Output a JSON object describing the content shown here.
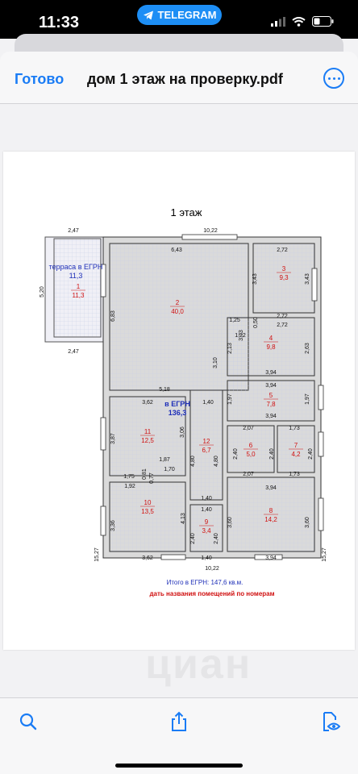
{
  "status_bar": {
    "time": "11:33",
    "telegram_pill": "TELEGRAM"
  },
  "nav": {
    "done_label": "Готово",
    "title": "дом 1 этаж на проверку.pdf"
  },
  "plan": {
    "floor_title": "1 этаж",
    "terrace_label": "терраса в ЕГРН",
    "terrace_area": "11,3",
    "egrn_label": "в ЕГРН",
    "egrn_area": "136,3",
    "total_note": "Итого в ЕГРН: 147,6 кв.м.",
    "task_note": "дать названия помещений по номерам",
    "rooms": [
      {
        "num": "1",
        "area": "11,3"
      },
      {
        "num": "2",
        "area": "40,0"
      },
      {
        "num": "3",
        "area": "9,3"
      },
      {
        "num": "4",
        "area": "9,8"
      },
      {
        "num": "5",
        "area": "7,8"
      },
      {
        "num": "6",
        "area": "5,0"
      },
      {
        "num": "7",
        "area": "4,2"
      },
      {
        "num": "8",
        "area": "14,2"
      },
      {
        "num": "9",
        "area": "3,4"
      },
      {
        "num": "10",
        "area": "13,5"
      },
      {
        "num": "11",
        "area": "12,5"
      },
      {
        "num": "12",
        "area": "6,7"
      }
    ],
    "dims": [
      "2,47",
      "10,22",
      "6,43",
      "2,72",
      "5,20",
      "6,83",
      "3,73",
      "3,43",
      "3,43",
      "2,47",
      "1,25",
      "2,72",
      "2,72",
      "1,22",
      "0,50",
      "2,13",
      "2,63",
      "3,10",
      "3,94",
      "15,27",
      "5,18",
      "3,94",
      "15,27",
      "3,62",
      "1,40",
      "1,97",
      "1,97",
      "3,06",
      "3,94",
      "2,07",
      "1,73",
      "3,87",
      "4,80",
      "4,80",
      "2,40",
      "2,40",
      "2,40",
      "1,87",
      "1,75",
      "0,81",
      "0,77",
      "1,70",
      "2,07",
      "1,73",
      "1,92",
      "1,40",
      "3,94",
      "1,40",
      "3,36",
      "4,13",
      "3,60",
      "3,60",
      "2,40",
      "2,40",
      "3,62",
      "1,40",
      "3,94",
      "10,22"
    ]
  },
  "watermark": "циан",
  "toolbar": {
    "search": "search-icon",
    "share": "share-icon",
    "markup": "markup-icon"
  }
}
